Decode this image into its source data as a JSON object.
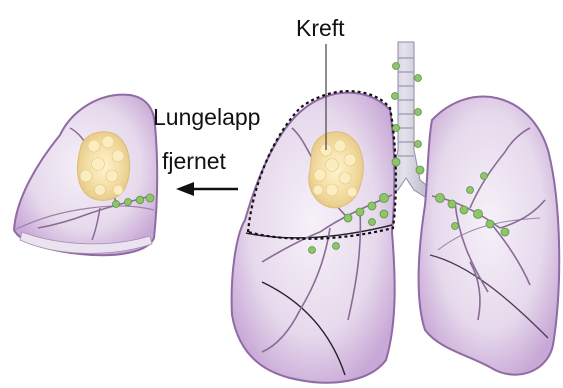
{
  "labels": {
    "cancer": "Kreft",
    "lobe_line1": "Lungelapp",
    "lobe_line2": "fjernet"
  },
  "colors": {
    "lung_edge": "#8f6aa3",
    "lung_fill": "#d8c3e2",
    "lung_inner": "#f3eef6",
    "tumor": "#f2dfaa",
    "lymph": "#8ec46a",
    "trachea": "#c9c6d6"
  }
}
